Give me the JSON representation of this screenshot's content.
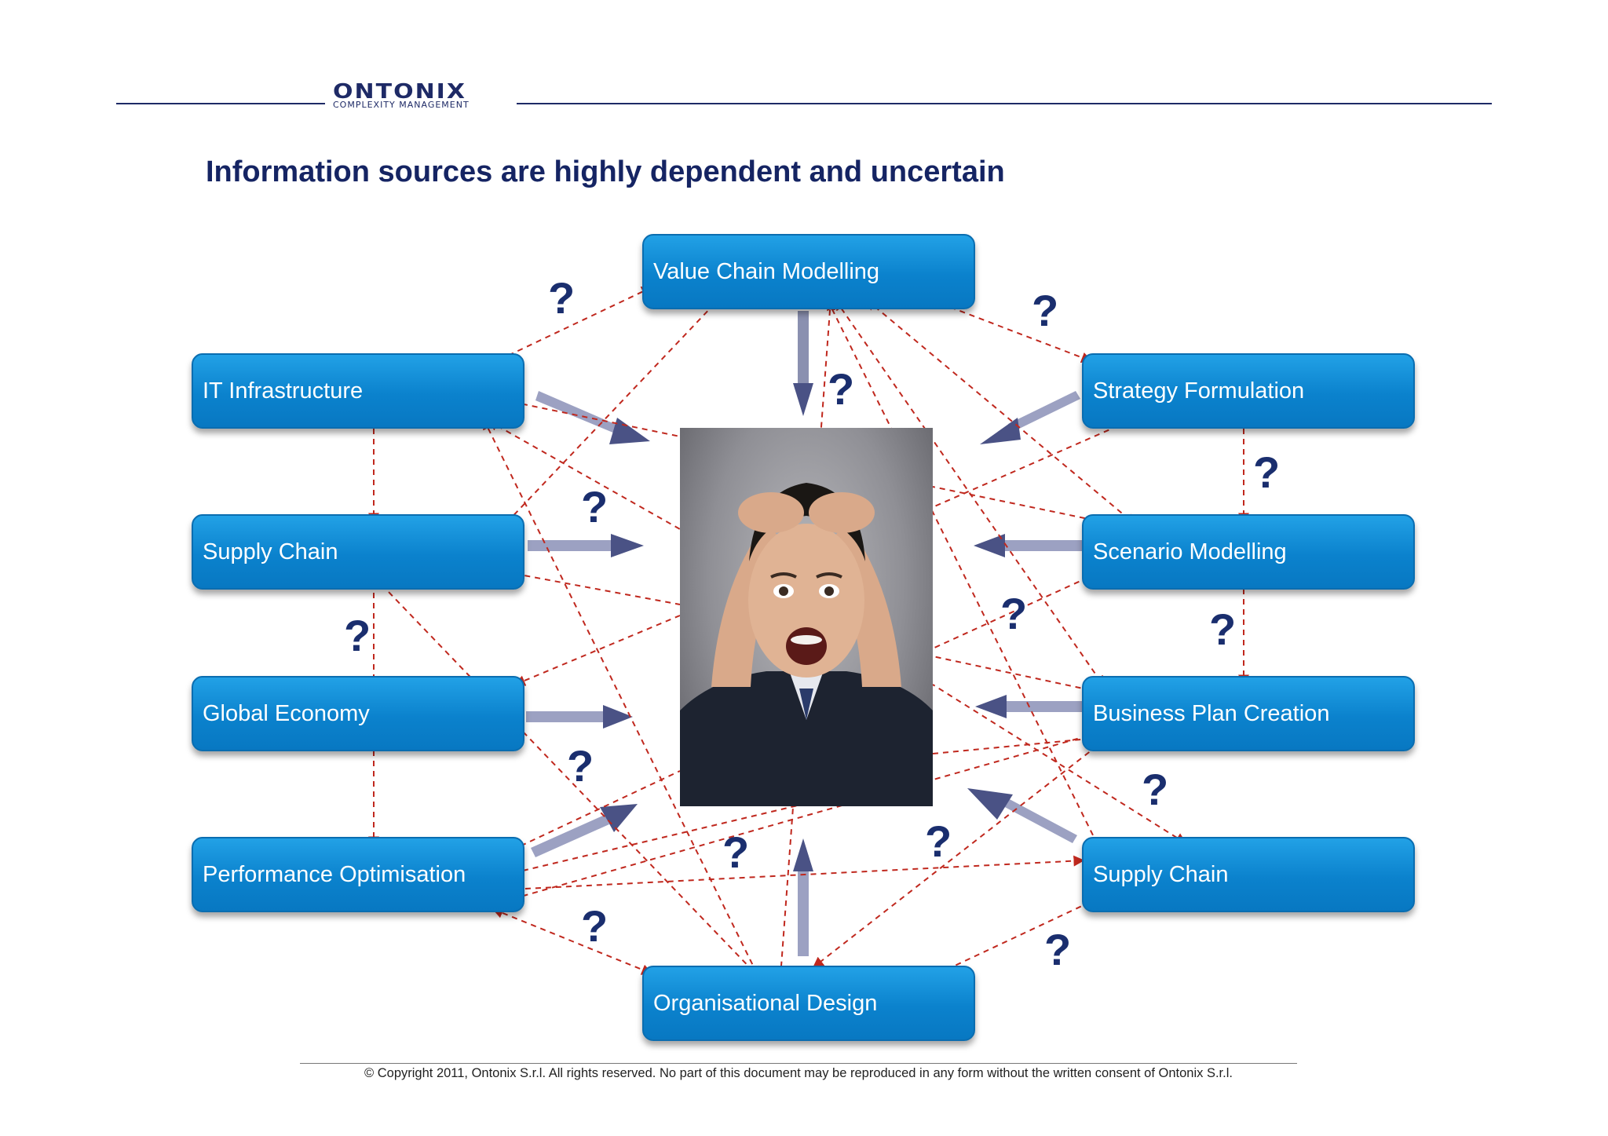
{
  "logo": {
    "name": "ONTONIX",
    "tagline": "COMPLEXITY MANAGEMENT"
  },
  "title": "Information sources are highly dependent and uncertain",
  "nodes": {
    "value_chain_modelling": "Value Chain Modelling",
    "it_infrastructure": "IT Infrastructure",
    "supply_chain_left": "Supply Chain",
    "global_economy": "Global Economy",
    "performance_optimisation": "Performance Optimisation",
    "organisational_design": "Organisational Design",
    "strategy_formulation": "Strategy Formulation",
    "scenario_modelling": "Scenario Modelling",
    "business_plan_creation": "Business Plan Creation",
    "supply_chain_right": "Supply Chain"
  },
  "question_mark": "?",
  "footer": "© Copyright 2011, Ontonix S.r.l. All rights reserved. No part of this document may be reproduced in any form without the written consent of Ontonix S.r.l.",
  "colors": {
    "node_blue": "#0b82cd",
    "title_navy": "#152463",
    "dependency_red": "#c0281e",
    "arrow_slate": "#5c6590"
  }
}
